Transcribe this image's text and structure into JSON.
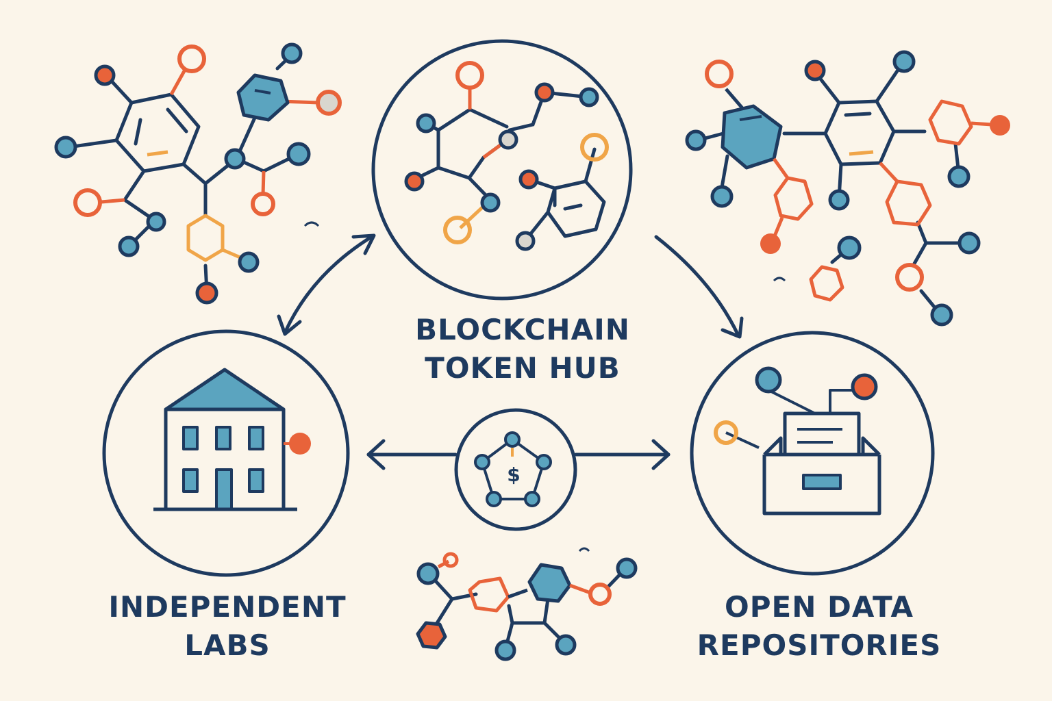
{
  "labels": {
    "hub": {
      "line1": "BLOCKCHAIN",
      "line2": "TOKEN HUB"
    },
    "labs": {
      "line1": "INDEPENDENT",
      "line2": "LABS"
    },
    "repos": {
      "line1": "OPEN DATA",
      "line2": "REPOSITORIES"
    }
  },
  "center_token": {
    "symbol": "$"
  },
  "colors": {
    "background": "#FBF5EA",
    "navy": "#1E3A5F",
    "teal": "#5BA4BF",
    "orange": "#E8633A",
    "gold": "#F0A548",
    "grey": "#D9D6CF"
  },
  "icons": {
    "labs": "building-icon",
    "repos": "file-cabinet-icon",
    "token": "dollar-token-icon",
    "molecules": "molecule-icon"
  }
}
